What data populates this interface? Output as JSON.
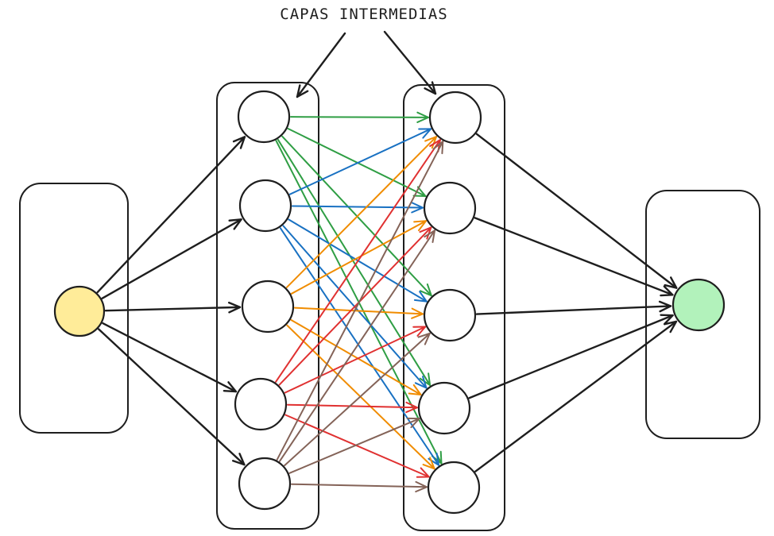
{
  "diagram": {
    "title": "CAPAS INTERMEDIAS",
    "colors": {
      "ink": "#1e1e1e",
      "input_fill": "#ffec99",
      "output_fill": "#b2f2bb",
      "hidden_fill": "#ffffff",
      "green": "#2f9e44",
      "blue": "#1971c2",
      "orange": "#f08c00",
      "red": "#e03131",
      "brown": "#846358"
    },
    "input_layer": {
      "nodes": 1,
      "fill": "input_fill"
    },
    "hidden_layer_1": {
      "nodes": 5,
      "node_colors": [
        "green",
        "blue",
        "orange",
        "red",
        "brown"
      ]
    },
    "hidden_layer_2": {
      "nodes": 5
    },
    "output_layer": {
      "nodes": 1,
      "fill": "output_fill"
    },
    "connections": {
      "input_to_hidden_1": "all",
      "hidden_1_to_hidden_2": "all",
      "hidden_2_to_output": "all",
      "title_arrows_point_to": [
        "hidden_layer_1",
        "hidden_layer_2"
      ]
    }
  }
}
